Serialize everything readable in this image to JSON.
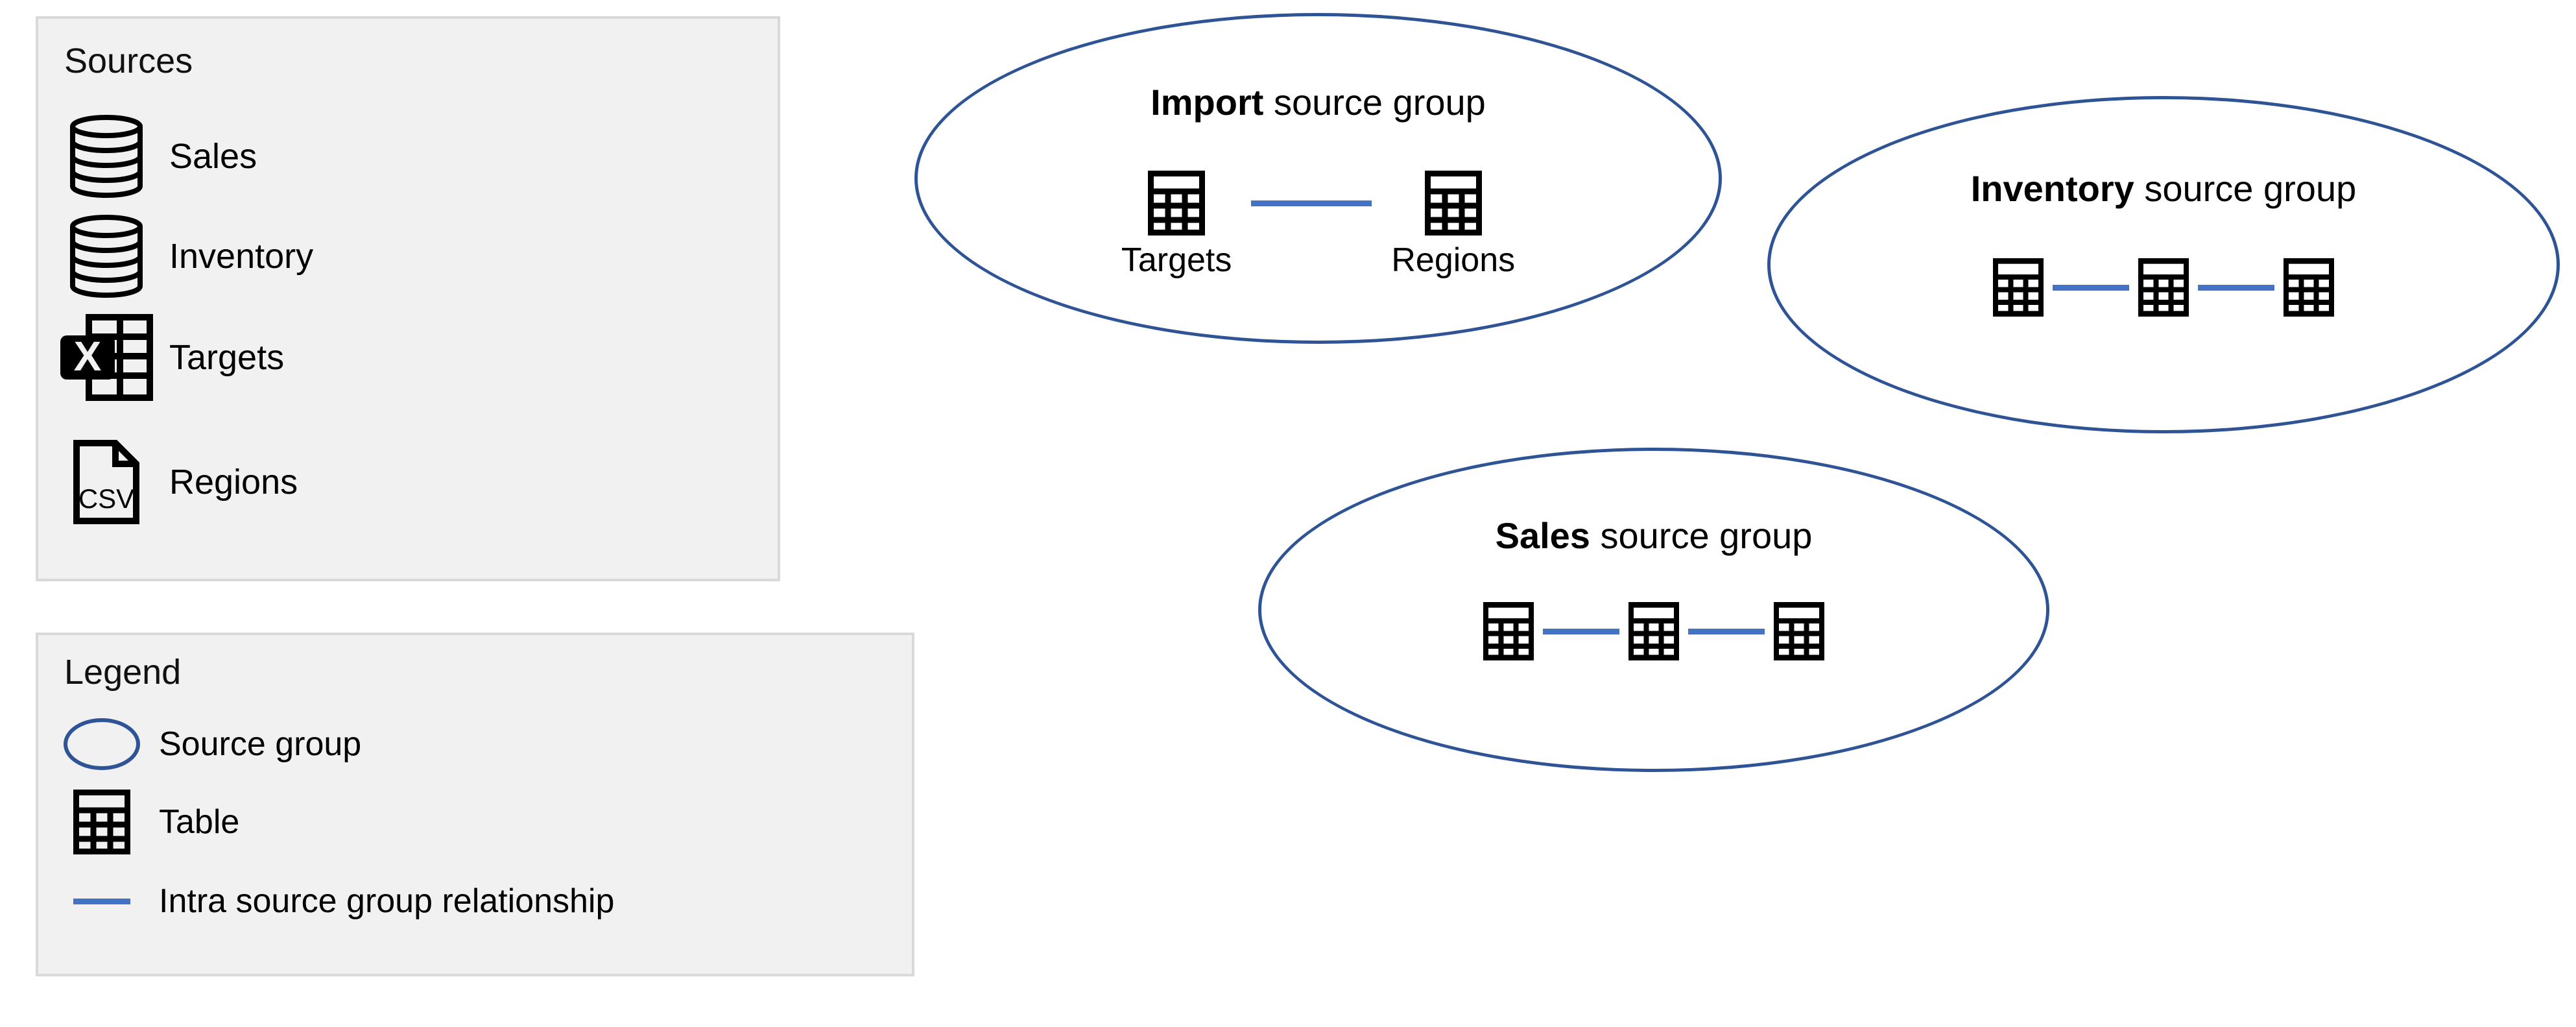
{
  "sources_panel": {
    "title": "Sources",
    "items": [
      {
        "label": "Sales",
        "icon": "database-icon"
      },
      {
        "label": "Inventory",
        "icon": "database-icon"
      },
      {
        "label": "Targets",
        "icon": "excel-table-icon"
      },
      {
        "label": "Regions",
        "icon": "csv-file-icon"
      }
    ]
  },
  "legend_panel": {
    "title": "Legend",
    "items": [
      {
        "label": "Source group",
        "mark": "ellipse-outline-icon"
      },
      {
        "label": "Table",
        "mark": "table-icon"
      },
      {
        "label": "Intra source group relationship",
        "mark": "blue-line-icon"
      }
    ]
  },
  "groups": [
    {
      "name_bold": "Import",
      "name_rest": " source group",
      "nodes": [
        {
          "label": "Targets",
          "icon": "table-icon"
        },
        {
          "label": "Regions",
          "icon": "table-icon"
        }
      ],
      "relationships": 1,
      "show_node_labels": true
    },
    {
      "name_bold": "Inventory",
      "name_rest": " source group",
      "nodes": [
        {
          "label": "",
          "icon": "table-icon"
        },
        {
          "label": "",
          "icon": "table-icon"
        },
        {
          "label": "",
          "icon": "table-icon"
        }
      ],
      "relationships": 2,
      "show_node_labels": false
    },
    {
      "name_bold": "Sales",
      "name_rest": " source group",
      "nodes": [
        {
          "label": "",
          "icon": "table-icon"
        },
        {
          "label": "",
          "icon": "table-icon"
        },
        {
          "label": "",
          "icon": "table-icon"
        }
      ],
      "relationships": 2,
      "show_node_labels": false
    }
  ],
  "colors": {
    "panel_fill": "#f1f1f1",
    "panel_border": "#d9d9d9",
    "ellipse_stroke": "#2e5496",
    "relationship_line": "#4472c4",
    "icon_black": "#000000",
    "page_background": "#ffffff"
  },
  "csv_icon_text": "CSV",
  "excel_icon_text": "X"
}
